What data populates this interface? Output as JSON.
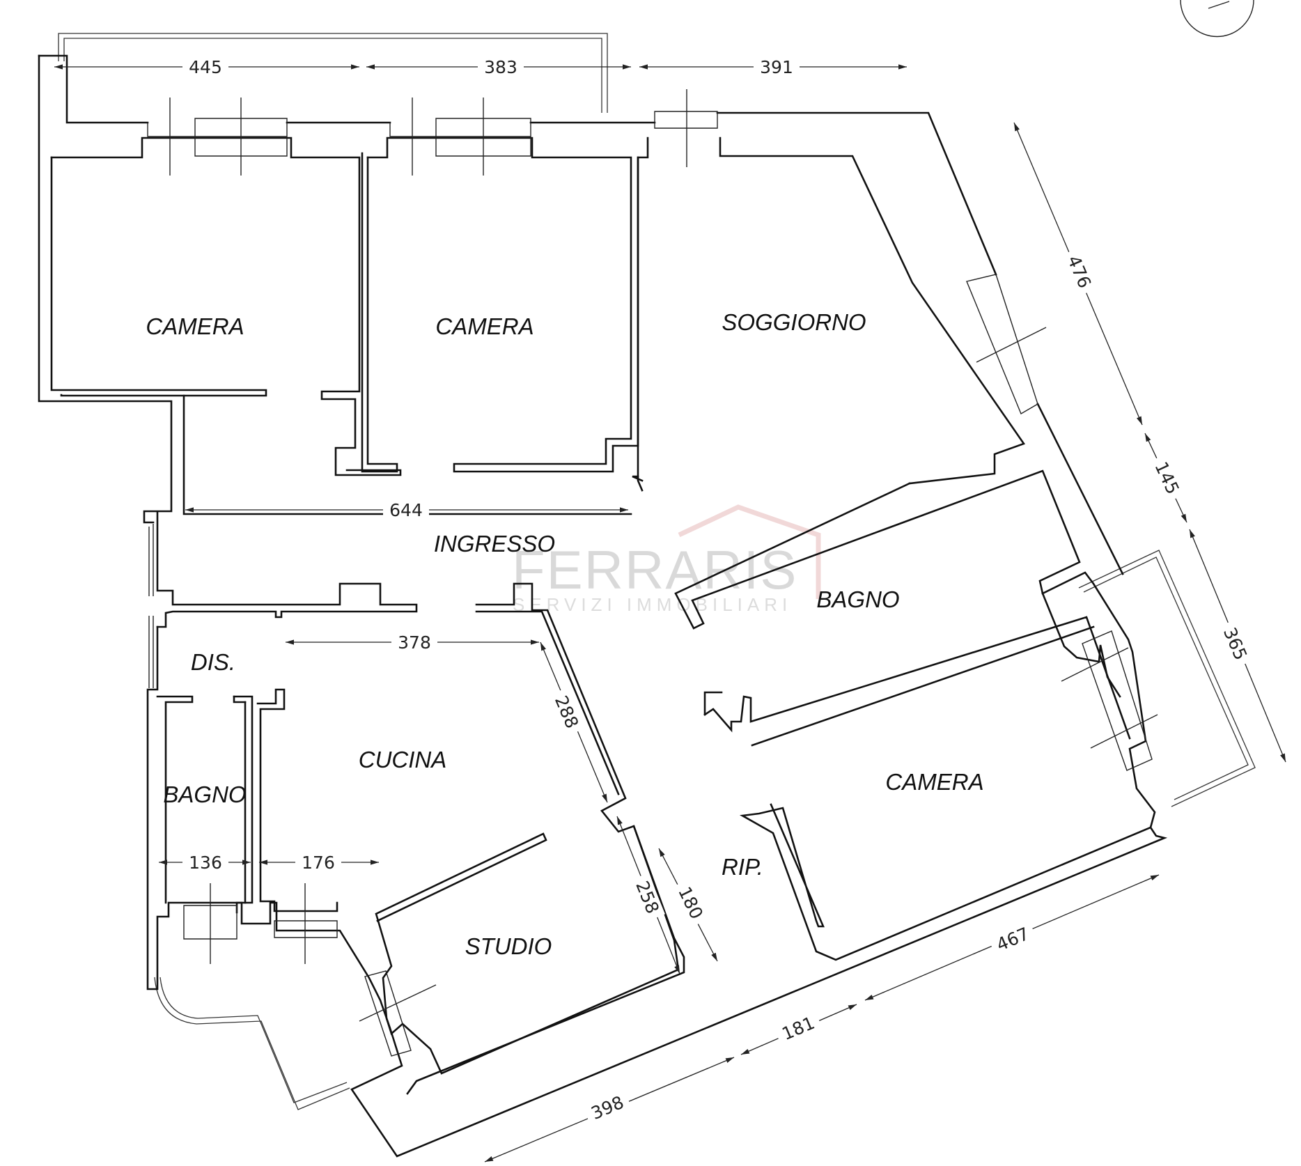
{
  "rooms": {
    "camera_1": "CAMERA",
    "camera_2": "CAMERA",
    "soggiorno": "SOGGIORNO",
    "ingresso": "INGRESSO",
    "bagno_1": "BAGNO",
    "dis": "DIS.",
    "cucina": "CUCINA",
    "bagno_2": "BAGNO",
    "camera_3": "CAMERA",
    "rip": "RIP.",
    "studio": "STUDIO"
  },
  "dimensions": {
    "d445": "445",
    "d383": "383",
    "d391": "391",
    "d476": "476",
    "d145": "145",
    "d365": "365",
    "d644": "644",
    "d378": "378",
    "d288": "288",
    "d258": "258",
    "d180": "180",
    "d136": "136",
    "d176": "176",
    "d398": "398",
    "d181": "181",
    "d467": "467"
  },
  "watermark": {
    "name": "FERRARIS",
    "tagline": "SERVIZI IMMOBILIARI"
  }
}
